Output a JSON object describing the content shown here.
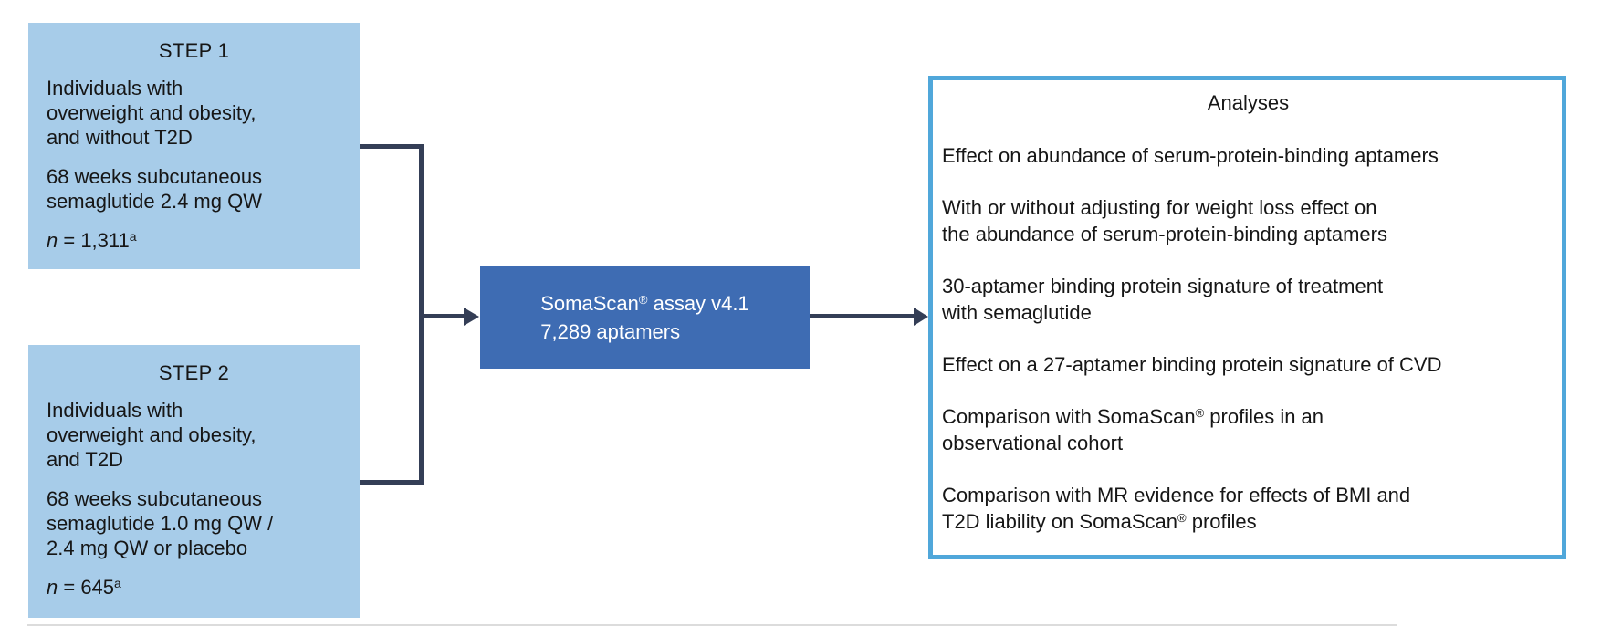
{
  "palette": {
    "step_box_fill": "#A7CCE9",
    "assay_box_fill": "#3E6CB3",
    "analyses_border": "#50A7DA",
    "connector_line": "#343E56",
    "text_dark": "#161616",
    "text_light": "#FFFFFF"
  },
  "step1": {
    "title": "STEP 1",
    "population_lines": [
      "Individuals with",
      "overweight and obesity,",
      "and without T2D"
    ],
    "treatment_lines": [
      "68 weeks subcutaneous",
      "semaglutide 2.4 mg QW"
    ],
    "n_symbol": "n",
    "n_value": " = 1,311",
    "n_superscript": "a"
  },
  "step2": {
    "title": "STEP 2",
    "population_lines": [
      "Individuals with",
      "overweight and obesity,",
      "and T2D"
    ],
    "treatment_lines": [
      "68 weeks subcutaneous",
      "semaglutide 1.0 mg QW /",
      "2.4 mg QW or placebo"
    ],
    "n_symbol": "n",
    "n_value": " = 645",
    "n_superscript": "a"
  },
  "assay": {
    "name": "SomaScan",
    "registered_mark": "®",
    "name_suffix": " assay v4.1",
    "aptamer_count_line": "7,289 aptamers"
  },
  "analyses": {
    "title": "Analyses",
    "item1_lines": [
      "Effect on abundance of serum-protein-binding aptamers"
    ],
    "item2_lines": [
      "With or without adjusting for weight loss effect on",
      "the abundance of serum-protein-binding aptamers"
    ],
    "item3_lines": [
      "30-aptamer binding protein signature of treatment",
      "with semaglutide"
    ],
    "item4_lines": [
      "Effect on a 27-aptamer binding protein signature of CVD"
    ],
    "item5": {
      "l1_pre": "Comparison with SomaScan",
      "reg": "®",
      "l1_post": " profiles in an",
      "l2": "observational cohort"
    },
    "item6": {
      "l1": "Comparison with MR evidence for effects of BMI and",
      "l2_pre": "T2D liability on SomaScan",
      "reg": "®",
      "l2_post": " profiles"
    }
  }
}
